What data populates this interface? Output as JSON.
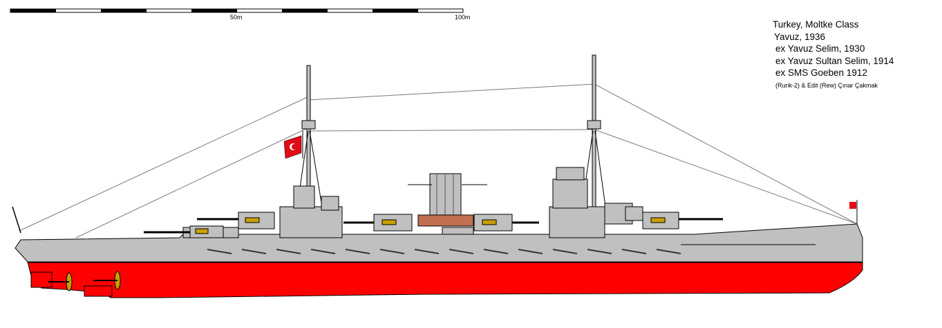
{
  "scale_bar": {
    "mid_label": "50m",
    "end_label": "100m"
  },
  "caption": {
    "line1": "Turkey, Moltke Class",
    "line2": "Yavuz, 1936",
    "line3": "ex Yavuz Selim, 1930",
    "line4": "ex Yavuz Sultan Selim, 1914",
    "line5": "ex SMS Goeben   1912",
    "credit": "(Rurik-2) & Edit (Rew) Çınar Çakmak"
  },
  "colors": {
    "hull_gray": "#c0c0c0",
    "boot_red": "#ff0000",
    "outline": "#000000",
    "propeller": "#c8a000",
    "flag_red": "#e30a17"
  }
}
